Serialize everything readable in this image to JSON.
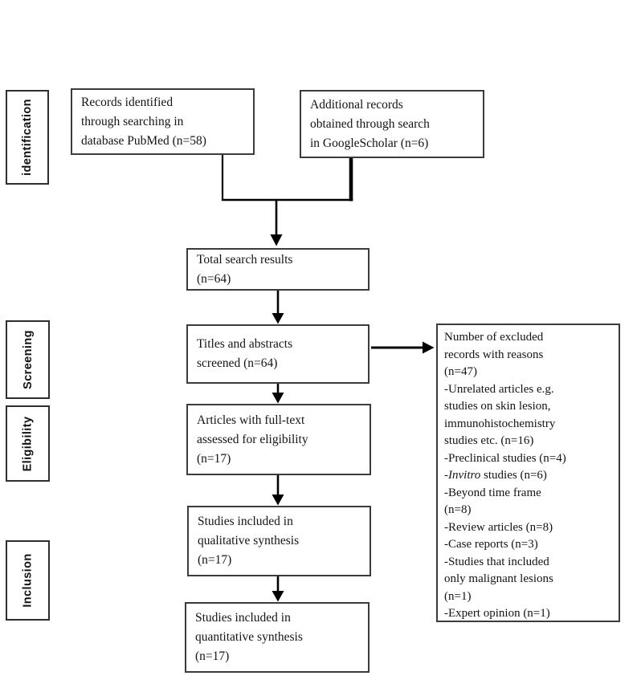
{
  "page": {
    "background": "#ffffff",
    "line_color": "#000000",
    "border_color": "#3c3c3c",
    "text_color": "#141414"
  },
  "stages": [
    {
      "label": "identification"
    },
    {
      "label": "Screening"
    },
    {
      "label": "Eligibility"
    },
    {
      "label": "Inclusion"
    }
  ],
  "flow_boxes": {
    "pubmed": {
      "text": "Records identified\nthrough searching in\ndatabase PubMed (n=58)"
    },
    "google_scholar": {
      "text": "Additional records\nobtained through search\nin GoogleScholar (n=6)"
    },
    "total": {
      "text": "Total search results\n(n=64)"
    },
    "screened": {
      "text": "Titles and abstracts\nscreened (n=64)"
    },
    "full_text": {
      "text": "Articles with full-text\nassessed for eligibility\n(n=17)"
    },
    "qualitative": {
      "text": "Studies included in\nqualitative synthesis\n(n=17)"
    },
    "quantitative": {
      "text": "Studies included in\nquantitative synthesis\n(n=17)"
    }
  },
  "excluded_box": {
    "title": "Number of excluded\nrecords with reasons\n(n=47)",
    "items": [
      {
        "text": "-Unrelated articles e.g.\nstudies on skin lesion,\nimmunohistochemistry\nstudies etc. (n=16)"
      },
      {
        "text": "-Preclinical studies (n=4)"
      },
      {
        "prefix": "-",
        "italic": "Invitro",
        "text": " studies (n=6)"
      },
      {
        "text": "-Beyond time frame\n(n=8)"
      },
      {
        "text": "-Review articles (n=8)"
      },
      {
        "text": "-Case reports (n=3)"
      },
      {
        "text": "-Studies that included\nonly malignant lesions\n(n=1)"
      },
      {
        "text": "-Expert opinion (n=1)"
      }
    ]
  }
}
